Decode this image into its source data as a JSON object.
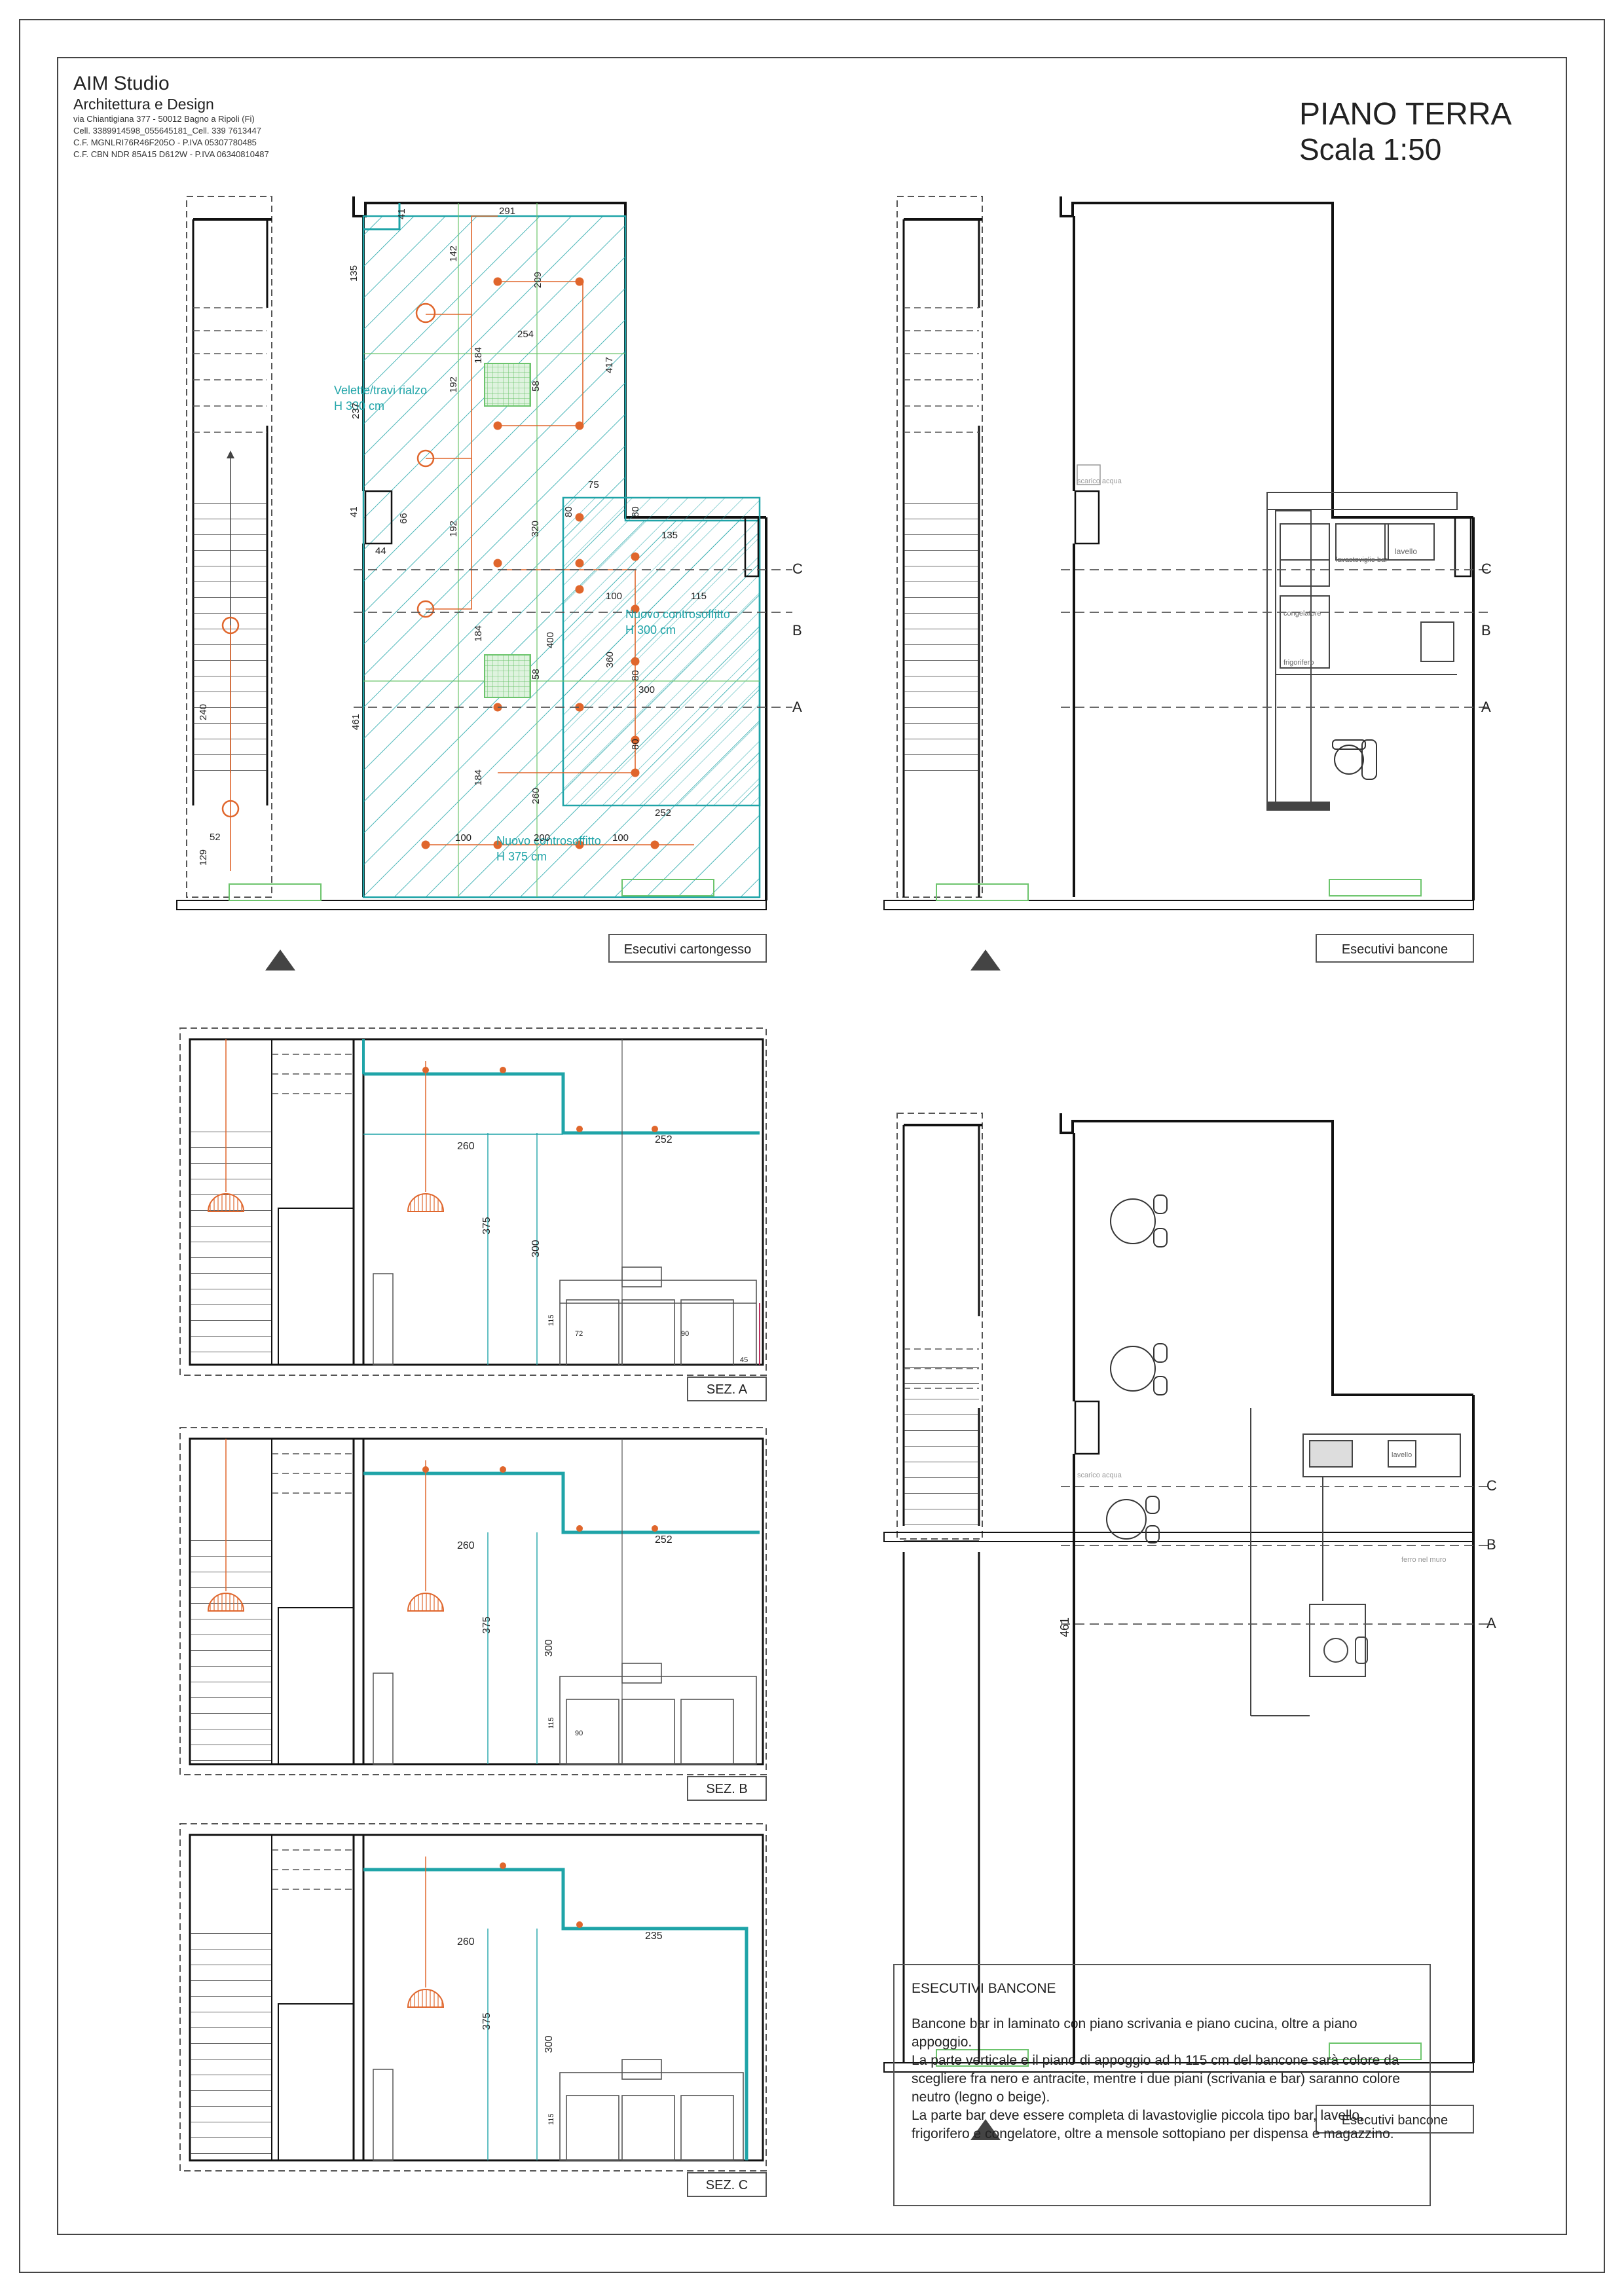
{
  "studio": {
    "name": "AIM Studio",
    "subtitle": "Architettura e Design",
    "address": "via Chiantigiana 377 - 50012 Bagno a Ripoli (Fi)",
    "phones": "Cell. 3389914598_055645181_Cell. 339 7613447",
    "tax1": "C.F. MGNLRI76R46F205O - P.IVA 05307780485",
    "tax2": "C.F. CBN NDR 85A15 D612W - P.IVA 06340810487"
  },
  "sheet": {
    "title": "PIANO TERRA",
    "scale": "Scala 1:50"
  },
  "plans": {
    "cartongesso": {
      "label": "Esecutivi cartongesso",
      "ceiling_label_1": "Velette/travi rialzo",
      "ceiling_label_1b": "H 330 cm",
      "ceiling_label_2": "Nuovo controsoffitto",
      "ceiling_label_2b": "H 300 cm",
      "ceiling_label_3": "Nuovo controsoffitto",
      "ceiling_label_3b": "H 375 cm",
      "dims": {
        "d291": "291",
        "d41a": "41",
        "d135a": "135",
        "d142": "142",
        "d209": "209",
        "d254": "254",
        "d184a": "184",
        "d192a": "192",
        "d58a": "58",
        "d417": "417",
        "d237": "237",
        "d75": "75",
        "d41b": "41",
        "d66": "66",
        "d44": "44",
        "d192b": "192",
        "d320": "320",
        "d80a": "80",
        "d80b": "80",
        "d135b": "135",
        "d100a": "100",
        "d115": "115",
        "d400": "400",
        "d360": "360",
        "d184b": "184",
        "d58b": "58",
        "d300": "300",
        "d80c": "80",
        "d80d": "80",
        "d461": "461",
        "d184c": "184",
        "d260": "260",
        "d252": "252",
        "d100b": "100",
        "d200": "200",
        "d100c": "100",
        "d240": "240",
        "d52": "52",
        "d129": "129"
      }
    },
    "bancone_top": {
      "label": "Esecutivi bancone",
      "lavello": "lavello",
      "lavastoviglie": "lavastoviglie bar",
      "scarico": "scarico acqua",
      "frigorifero": "frigorifero",
      "congelatore": "congelatore"
    },
    "bancone_bottom": {
      "label": "Esecutivi bancone",
      "d461": "461",
      "scarico": "scarico acqua",
      "lavello": "lavello",
      "ferro": "ferro nel muro"
    },
    "section_markers": {
      "a": "A",
      "b": "B",
      "c": "C"
    }
  },
  "sections": {
    "a": {
      "label": "SEZ. A",
      "d260": "260",
      "d252": "252",
      "d375": "375",
      "d300": "300",
      "d115": "115",
      "d72": "72",
      "d90": "90",
      "d45": "45"
    },
    "b": {
      "label": "SEZ. B",
      "d260": "260",
      "d252": "252",
      "d375": "375",
      "d300": "300",
      "d115": "115",
      "d90": "90"
    },
    "c": {
      "label": "SEZ. C",
      "d260": "260",
      "d235": "235",
      "d375": "375",
      "d300": "300",
      "d115": "115"
    }
  },
  "notes": {
    "title": "ESECUTIVI BANCONE",
    "p1": "Bancone bar in laminato con piano scrivania e piano cucina, oltre a piano appoggio.",
    "p2": "La parte verticale e il piano di appoggio ad h 115 cm del bancone sarà colore da scegliere fra nero e antracite, mentre i due piani (scrivania e bar) saranno colore neutro (legno o beige).",
    "p3": "La parte bar deve essere completa di lavastoviglie piccola tipo bar, lavello, frigorifero e congelatore, oltre a mensole sottopiano per dispensa e magazzino."
  },
  "colors": {
    "teal": "#1fa4a8",
    "orange": "#e0662c",
    "green": "#6cc46c",
    "wall": "#111111",
    "dash": "#555555"
  }
}
